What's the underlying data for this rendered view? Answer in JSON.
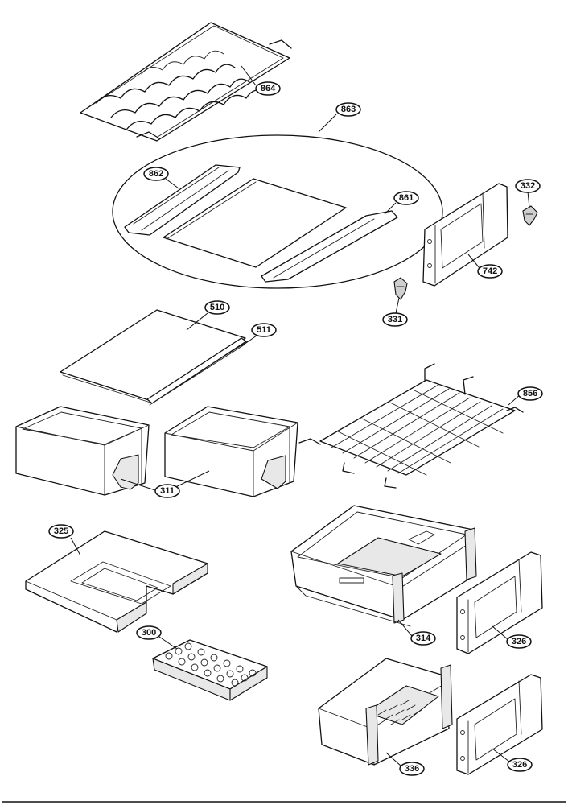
{
  "callouts": [
    {
      "id": "c864",
      "label": "864"
    },
    {
      "id": "c863",
      "label": "863"
    },
    {
      "id": "c862",
      "label": "862"
    },
    {
      "id": "c861",
      "label": "861"
    },
    {
      "id": "c332",
      "label": "332"
    },
    {
      "id": "c742",
      "label": "742"
    },
    {
      "id": "c331",
      "label": "331"
    },
    {
      "id": "c510",
      "label": "510"
    },
    {
      "id": "c511",
      "label": "511"
    },
    {
      "id": "c856",
      "label": "856"
    },
    {
      "id": "c311",
      "label": "311"
    },
    {
      "id": "c325",
      "label": "325"
    },
    {
      "id": "c314",
      "label": "314"
    },
    {
      "id": "c326a",
      "label": "326"
    },
    {
      "id": "c300",
      "label": "300"
    },
    {
      "id": "c336",
      "label": "336"
    },
    {
      "id": "c326b",
      "label": "326"
    }
  ]
}
